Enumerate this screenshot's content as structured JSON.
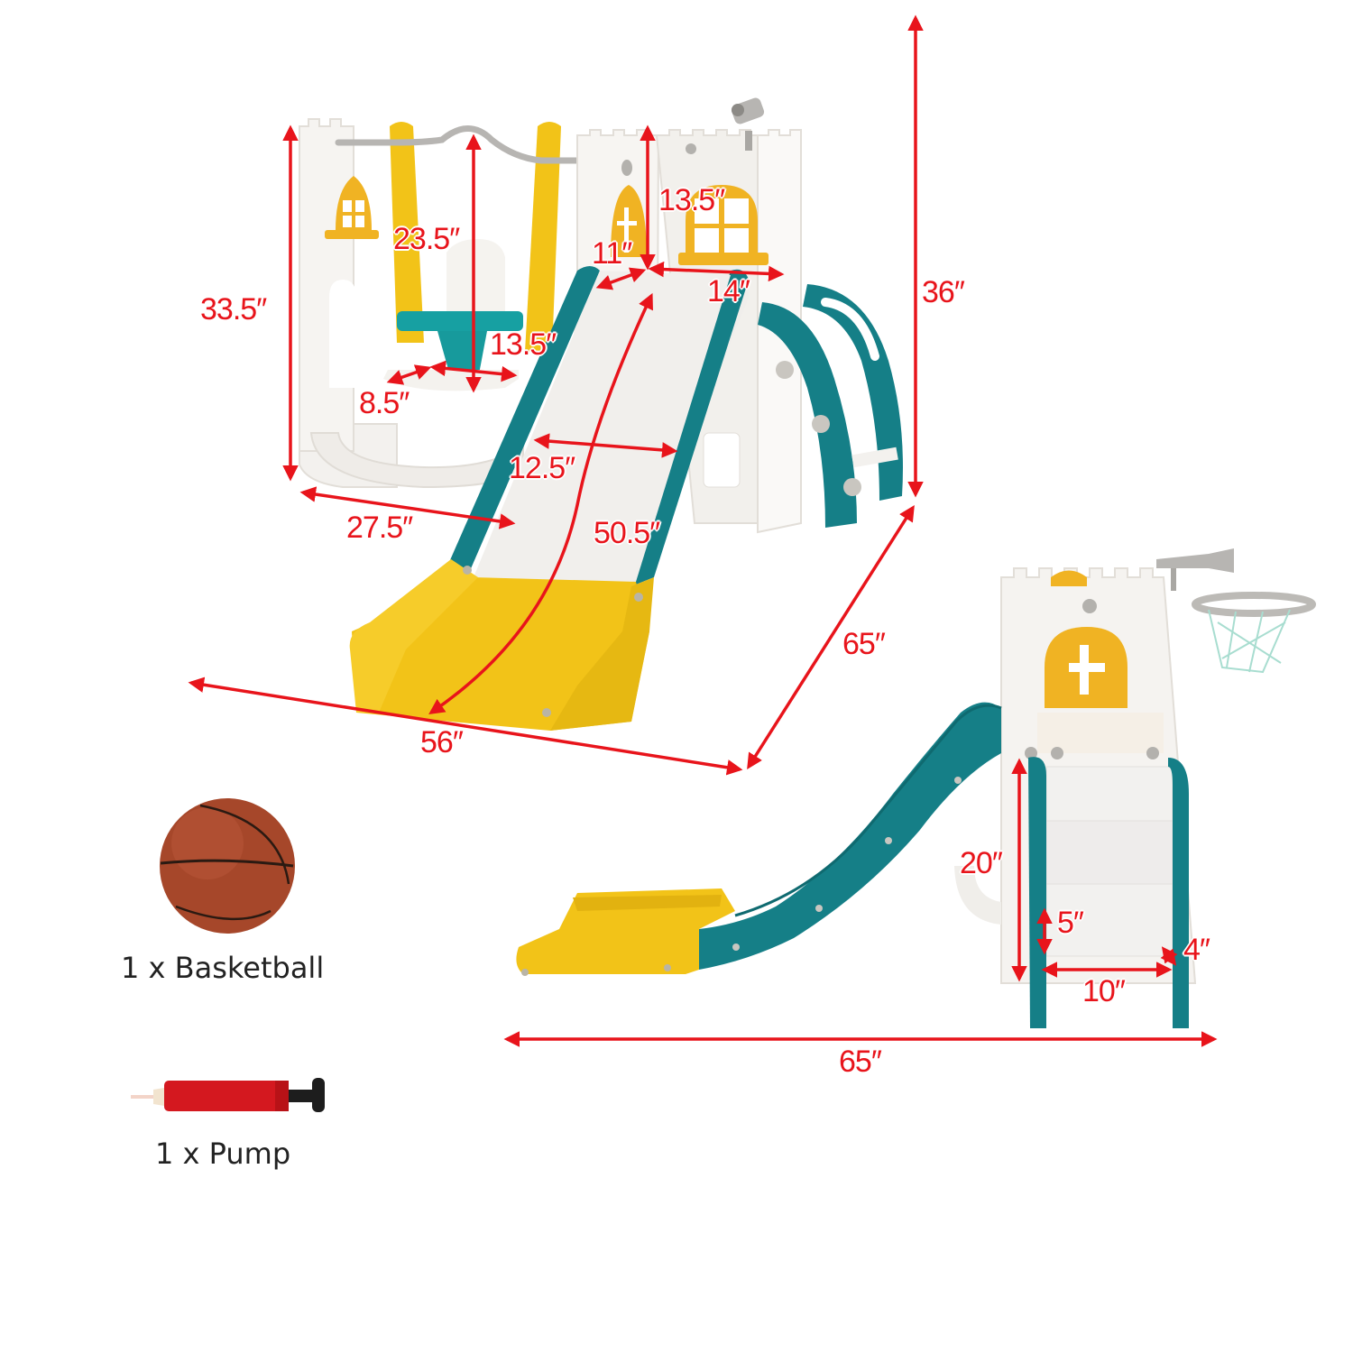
{
  "colors": {
    "dimension_red": "#e8141b",
    "slide_teal": "#157f87",
    "slide_yellow": "#f2c318",
    "frame_white": "#f3f1ee",
    "window_yellow": "#f0b323",
    "hardware_gray": "#b6b3ad",
    "basketball_brown": "#a6472a",
    "pump_red": "#d4181f"
  },
  "views": {
    "main_view": {
      "description": "Swing and slide castle playset, 3/4 view",
      "dimensions": {
        "swing_side_height": "33.5″",
        "swing_beam_to_seat": "23.5″",
        "tower_wall_height": "13.5″",
        "platform_depth": "11″",
        "platform_width": "14″",
        "overall_height": "36″",
        "swing_seat_width": "13.5″",
        "swing_seat_depth": "8.5″",
        "slide_width": "12.5″",
        "swing_base_width": "27.5″",
        "slide_length": "50.5″",
        "overall_width": "56″",
        "overall_depth": "65″"
      }
    },
    "side_view": {
      "description": "Side view of slide tower with basketball hoop and ladder",
      "dimensions": {
        "ladder_height": "20″",
        "step_height": "5″",
        "step_depth": "4″",
        "step_width": "10″",
        "overall_length": "65″"
      }
    }
  },
  "accessories": [
    {
      "icon": "basketball-icon",
      "label": "1 x Basketball"
    },
    {
      "icon": "pump-icon",
      "label": "1 x Pump"
    }
  ]
}
